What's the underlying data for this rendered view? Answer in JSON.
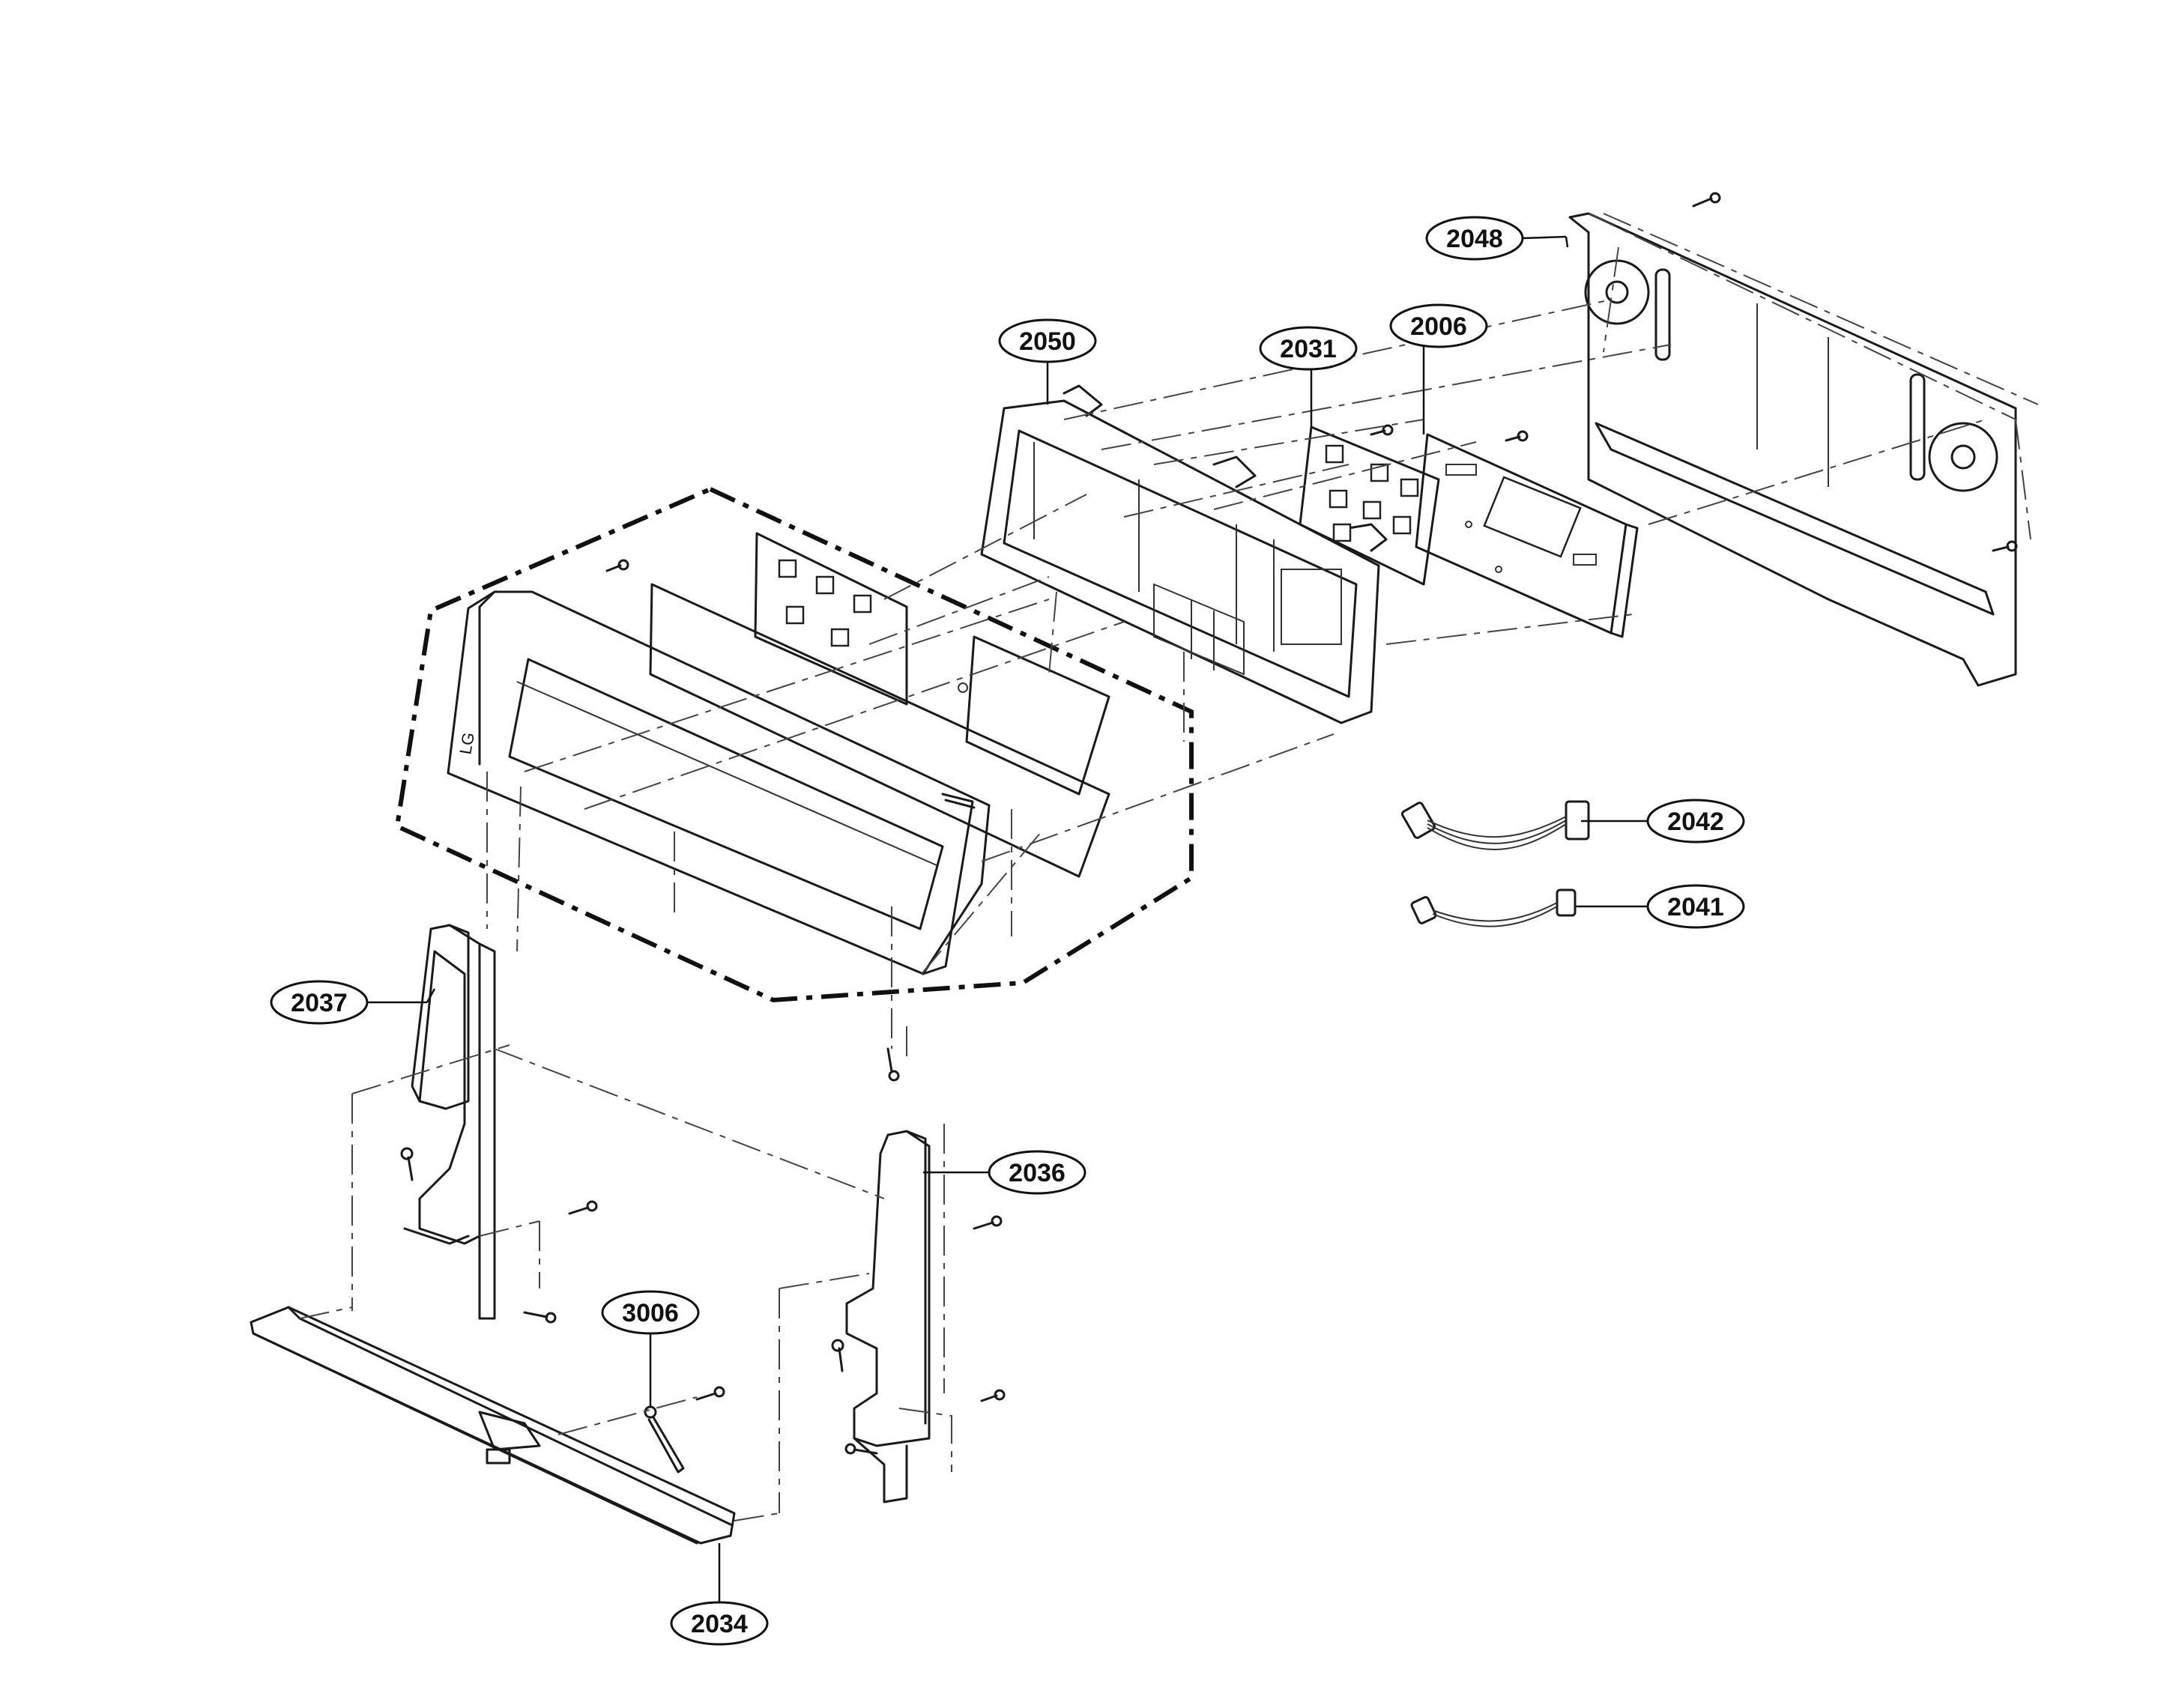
{
  "diagram": {
    "callouts": [
      {
        "id": "2048",
        "label": "2048"
      },
      {
        "id": "2050",
        "label": "2050"
      },
      {
        "id": "2031",
        "label": "2031"
      },
      {
        "id": "2006",
        "label": "2006"
      },
      {
        "id": "2042",
        "label": "2042"
      },
      {
        "id": "2041",
        "label": "2041"
      },
      {
        "id": "2037",
        "label": "2037"
      },
      {
        "id": "2036",
        "label": "2036"
      },
      {
        "id": "3006",
        "label": "3006"
      },
      {
        "id": "2034",
        "label": "2034"
      }
    ],
    "logo_text": "LG"
  }
}
